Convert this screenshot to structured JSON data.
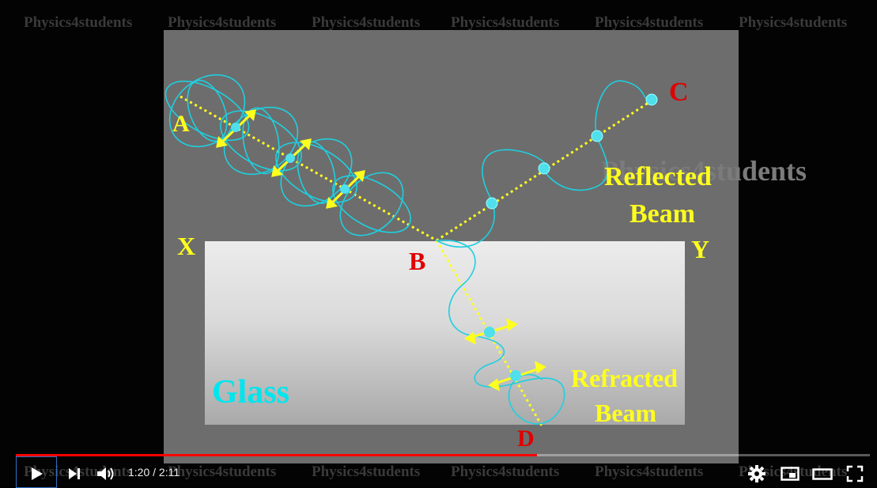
{
  "watermark": "Physics4students",
  "labels": {
    "a": "A",
    "b": "B",
    "c": "C",
    "d": "D",
    "x": "X",
    "y": "Y",
    "reflected_1": "Reflected",
    "reflected_2": "Beam",
    "refracted_1": "Refracted",
    "refracted_2": "Beam",
    "glass": "Glass"
  },
  "player": {
    "time_display": "1:20 / 2:11",
    "progress": 0.61,
    "icons": [
      "play-icon",
      "next-icon",
      "volume-icon",
      "settings-icon",
      "miniplayer-icon",
      "theater-icon",
      "fullscreen-icon"
    ]
  },
  "colors": {
    "progress": "#ff0000",
    "beam": "#ffff1e",
    "wave": "#00d4e6",
    "labels_red": "#e00000"
  }
}
